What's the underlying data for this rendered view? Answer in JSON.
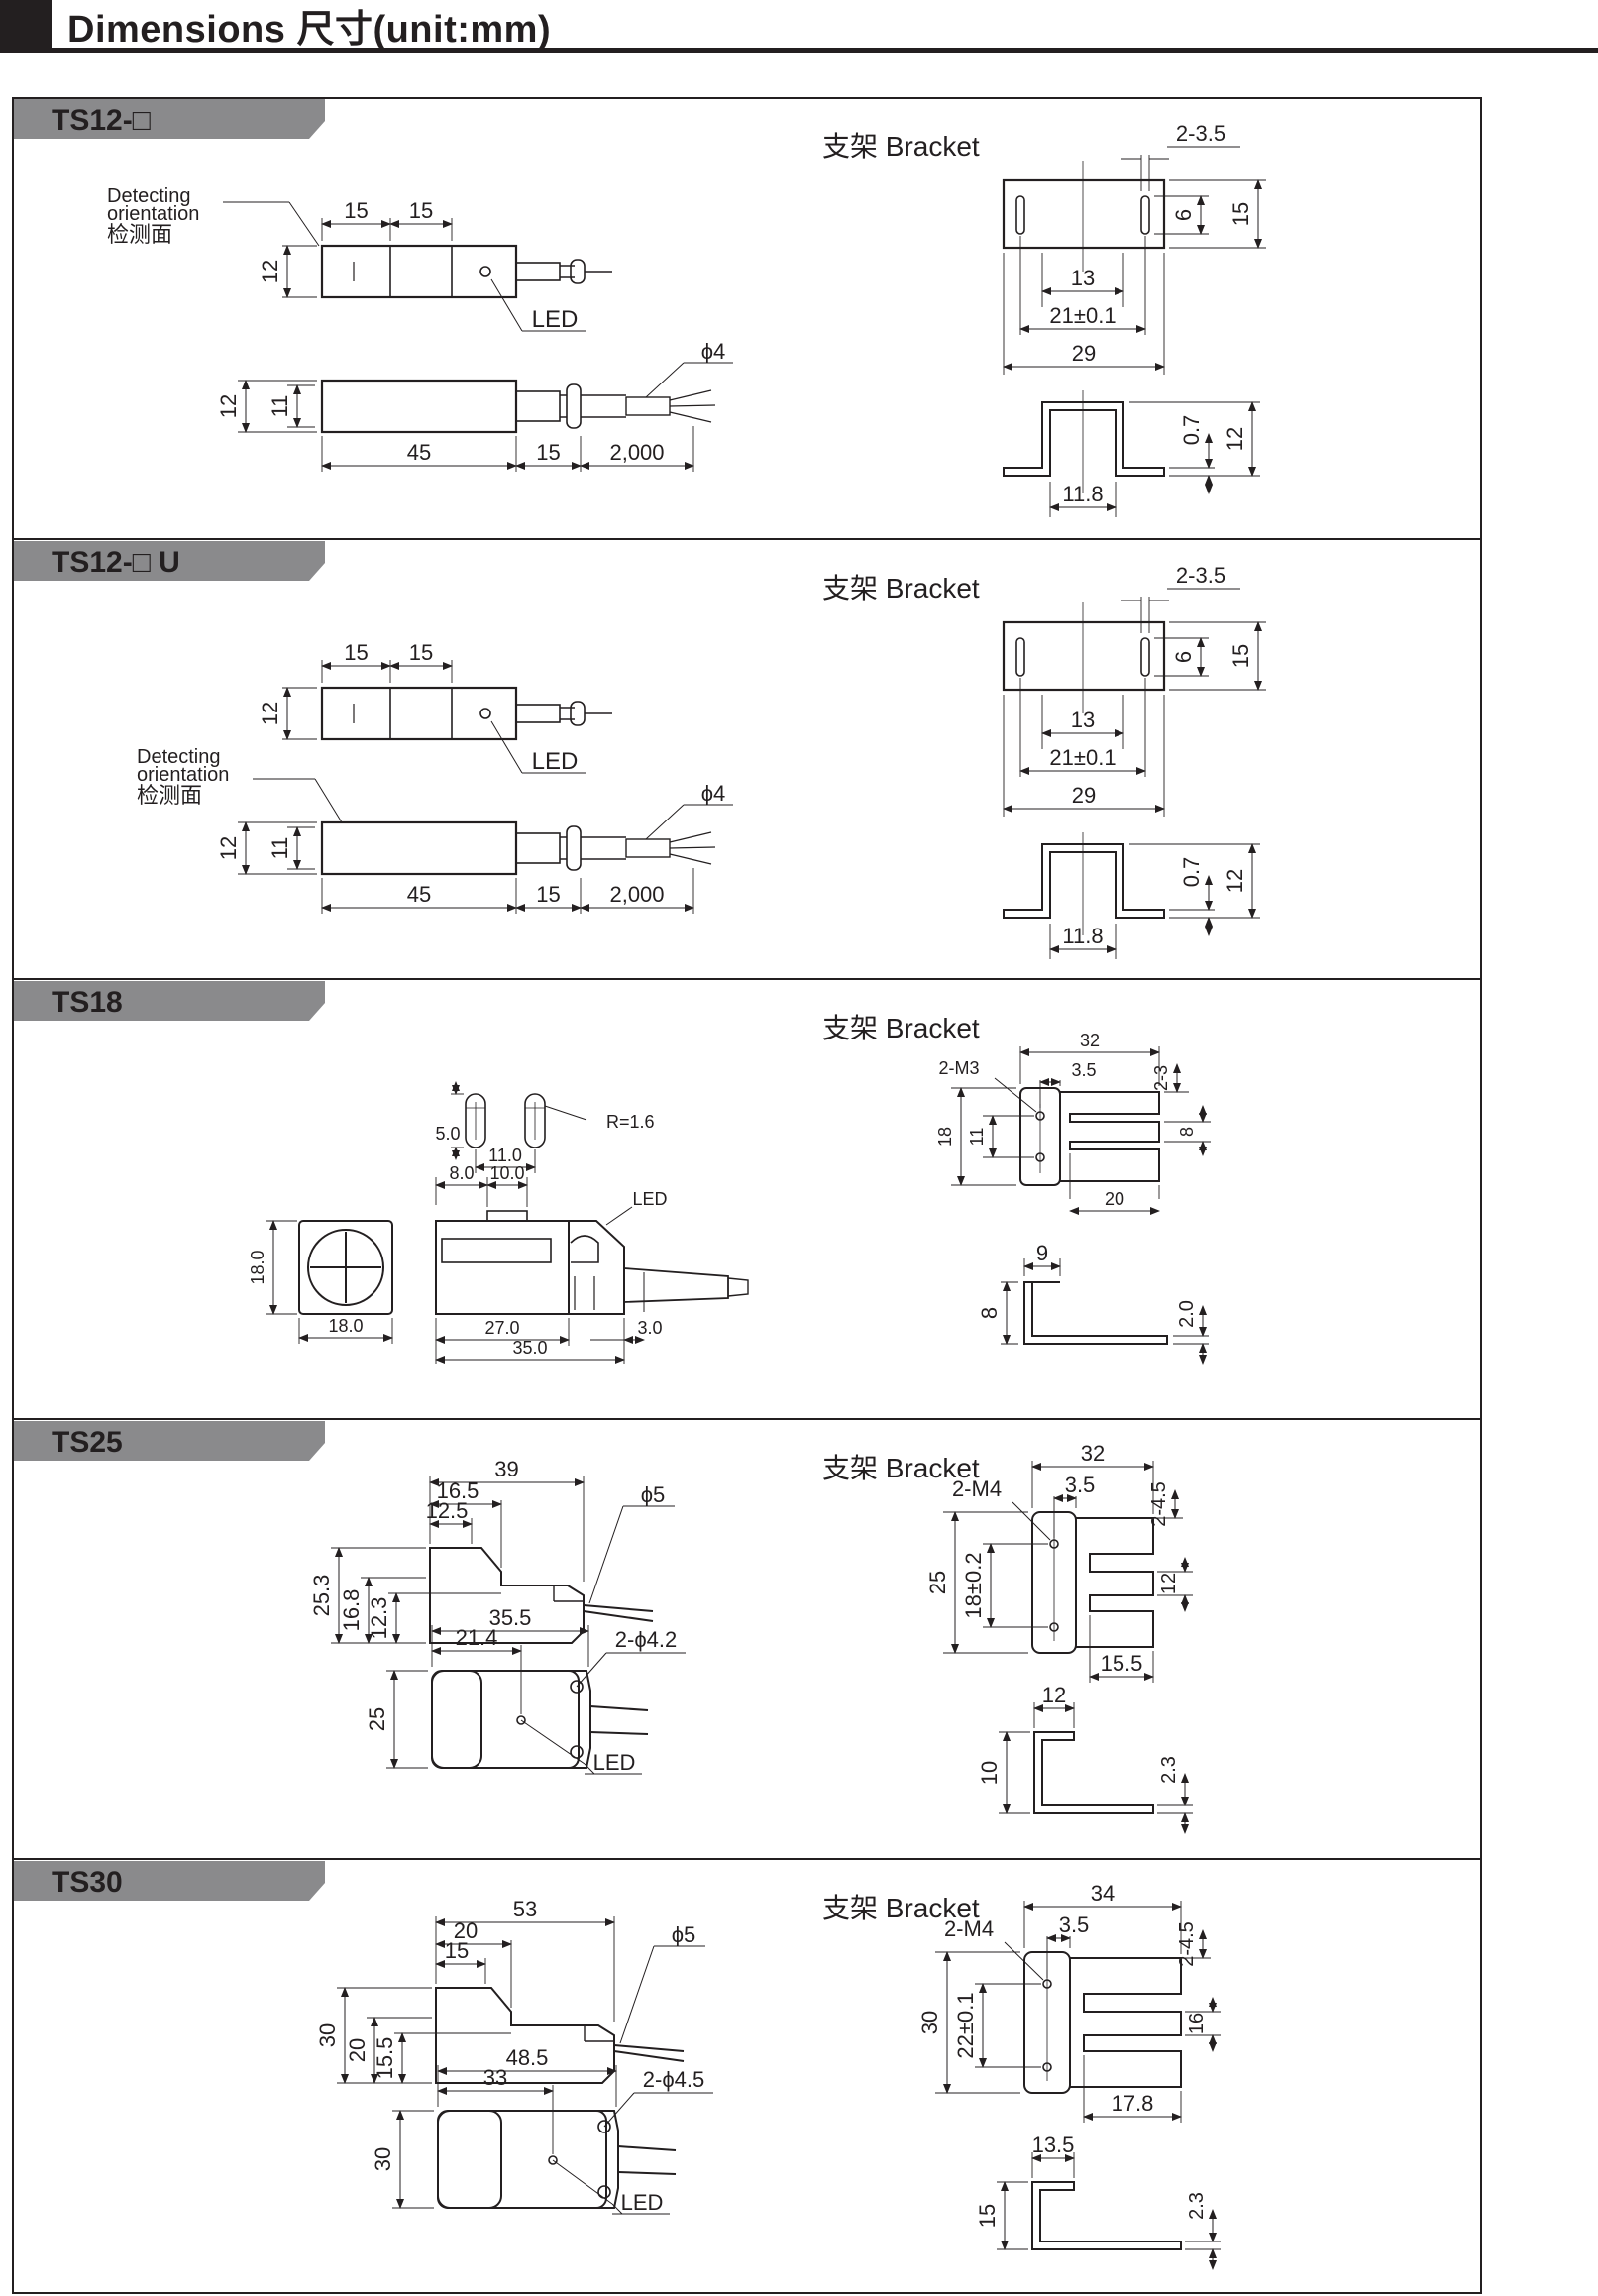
{
  "header": {
    "title": "Dimensions 尺寸(unit:mm)"
  },
  "sections": [
    {
      "id": "ts12",
      "label": "TS12-□",
      "bracket_title": "支架 Bracket",
      "detecting_label": [
        "Detecting",
        "orientation",
        "检测面"
      ],
      "led_label": "LED",
      "cable_dia": "ϕ4",
      "dims": {
        "top_w1": "15",
        "top_w2": "15",
        "height_top": "12",
        "height_side": "12",
        "inner_side": "11",
        "length": "45",
        "neck": "15",
        "cable": "2,000"
      },
      "bracket": {
        "hole": "2-3.5",
        "hole_h": "6",
        "plate_h": "15",
        "inner": "13",
        "pitch": "21±0.1",
        "width": "29",
        "thick": "0.7",
        "side_h": "12",
        "center": "11.8"
      }
    },
    {
      "id": "ts12u",
      "label": "TS12-□ U",
      "bracket_title": "支架 Bracket",
      "detecting_label": [
        "Detecting",
        "orientation",
        "检测面"
      ],
      "led_label": "LED",
      "cable_dia": "ϕ4",
      "dims": {
        "top_w1": "15",
        "top_w2": "15",
        "height_top": "12",
        "height_side": "12",
        "inner_side": "11",
        "length": "45",
        "neck": "15",
        "cable": "2,000"
      },
      "bracket": {
        "hole": "2-3.5",
        "hole_h": "6",
        "plate_h": "15",
        "inner": "13",
        "pitch": "21±0.1",
        "width": "29",
        "thick": "0.7",
        "side_h": "12",
        "center": "11.8"
      }
    },
    {
      "id": "ts18",
      "label": "TS18",
      "bracket_title": "支架 Bracket",
      "led_label": "LED",
      "dims": {
        "slot_h": "5.0",
        "slot_r": "R=1.6",
        "slot_pitch": "11.0",
        "a": "8.0",
        "b": "10.0",
        "front_h": "18.0",
        "front_w": "18.0",
        "body": "27.0",
        "total": "35.0",
        "tail": "3.0"
      },
      "bracket": {
        "hole": "2-M3",
        "width": "32",
        "offset": "3.5",
        "top_gap": "2-3",
        "height": "18",
        "pitch": "11",
        "slot": "8",
        "slot_len": "20",
        "side_w": "9",
        "side_h": "8",
        "thick": "2.0"
      }
    },
    {
      "id": "ts25",
      "label": "TS25",
      "bracket_title": "支架 Bracket",
      "led_label": "LED",
      "cable_dia": "ϕ5",
      "mount_hole": "2-ϕ4.2",
      "dims": {
        "total": "39",
        "step": "16.5",
        "front": "12.5",
        "h1": "25.3",
        "h2": "16.8",
        "h3": "12.3",
        "plan_len": "35.5",
        "plan_hole": "21.4",
        "plan_h": "25"
      },
      "bracket": {
        "hole": "2-M4",
        "width": "32",
        "offset": "3.5",
        "top_gap": "2-4.5",
        "height": "25",
        "pitch": "18±0.2",
        "slot": "12",
        "slot_len": "15.5",
        "side_w": "12",
        "side_h": "10",
        "thick": "2.3"
      }
    },
    {
      "id": "ts30",
      "label": "TS30",
      "bracket_title": "支架 Bracket",
      "led_label": "LED",
      "cable_dia": "ϕ5",
      "mount_hole": "2-ϕ4.5",
      "dims": {
        "total": "53",
        "step": "20",
        "front": "15",
        "h1": "30",
        "h2": "20",
        "h3": "15.5",
        "plan_len": "48.5",
        "plan_hole": "33",
        "plan_h": "30"
      },
      "bracket": {
        "hole": "2-M4",
        "width": "34",
        "offset": "3.5",
        "top_gap": "2-4.5",
        "height": "30",
        "pitch": "22±0.1",
        "slot": "16",
        "slot_len": "17.8",
        "side_w": "13.5",
        "side_h": "15",
        "thick": "2.3"
      }
    }
  ]
}
